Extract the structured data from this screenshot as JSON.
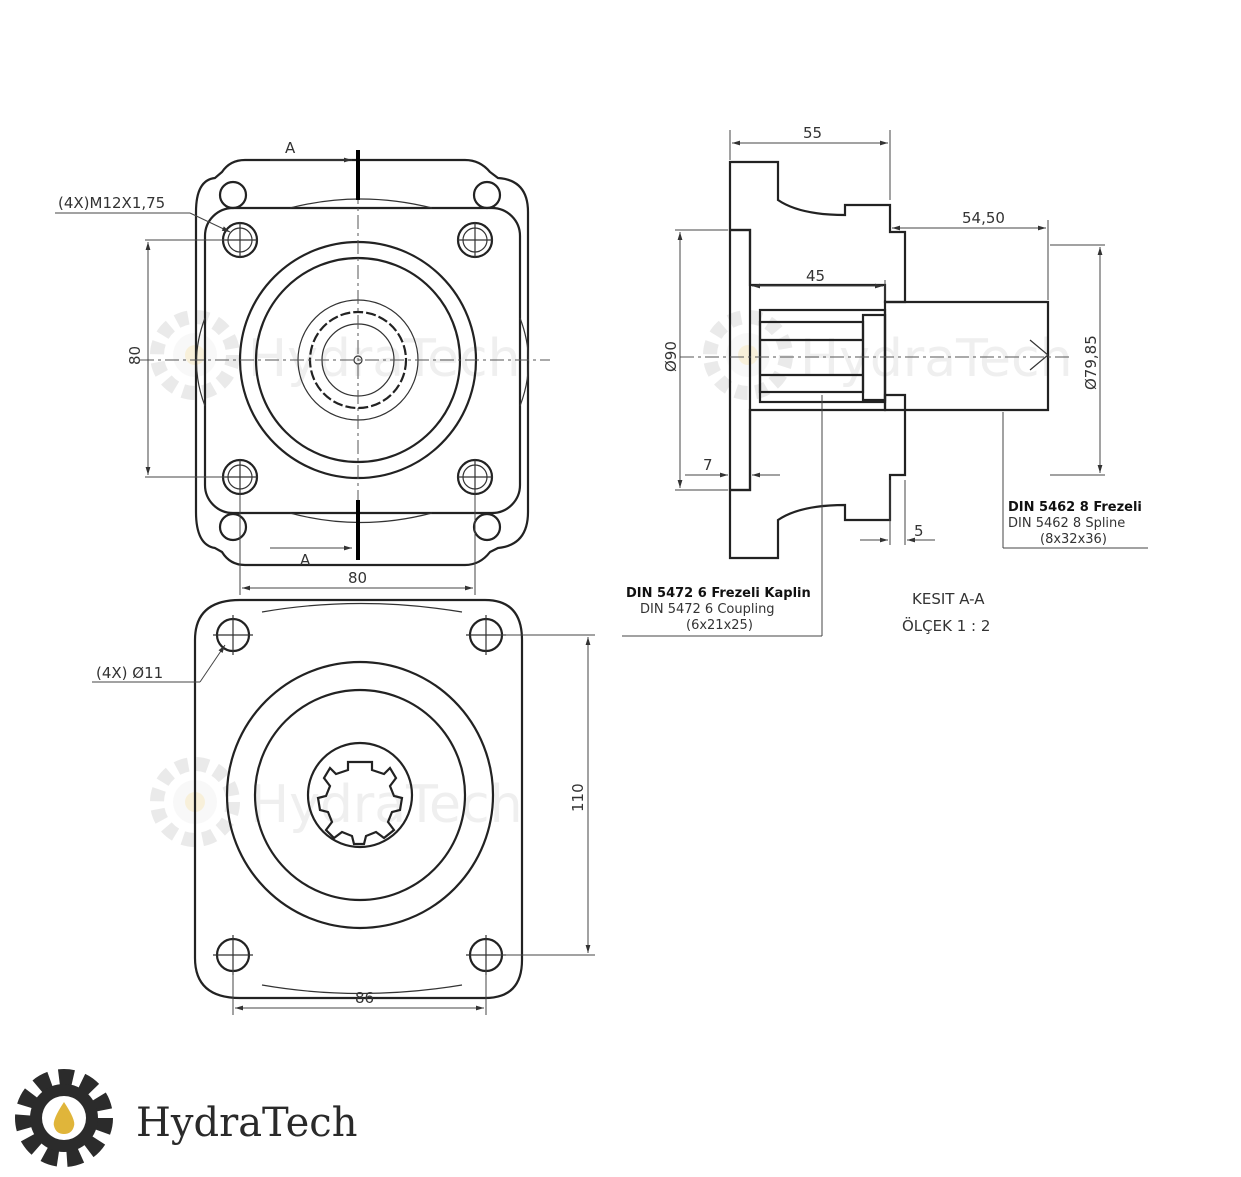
{
  "brand": {
    "name": "HydraTech",
    "gear_color": "#2b2b2b",
    "drop_color": "#e0b53a"
  },
  "watermark": "HydraTech",
  "views": {
    "top": {
      "section_marker": "A",
      "thread_callout": "(4X)M12X1,75",
      "dim_vertical": "80",
      "dim_horizontal": "80"
    },
    "bottom": {
      "hole_callout": "(4X) Ø11",
      "dim_vertical": "110",
      "dim_horizontal": "86"
    },
    "section": {
      "dim_overall": "55",
      "dim_shaft": "54,50",
      "dim_bore": "45",
      "dia_flange": "Ø90",
      "dia_shaft": "Ø79,85",
      "dim_7": "7",
      "dim_5": "5",
      "title": "KESIT A-A",
      "scale": "ÖLÇEK 1 : 2"
    }
  },
  "notes": {
    "spline": {
      "line1": "DIN 5462 8 Frezeli",
      "line2": "DIN 5462 8 Spline",
      "line3": "(8x32x36)"
    },
    "coupling": {
      "line1": "DIN 5472 6 Frezeli Kaplin",
      "line2": "DIN 5472 6 Coupling",
      "line3": "(6x21x25)"
    }
  }
}
